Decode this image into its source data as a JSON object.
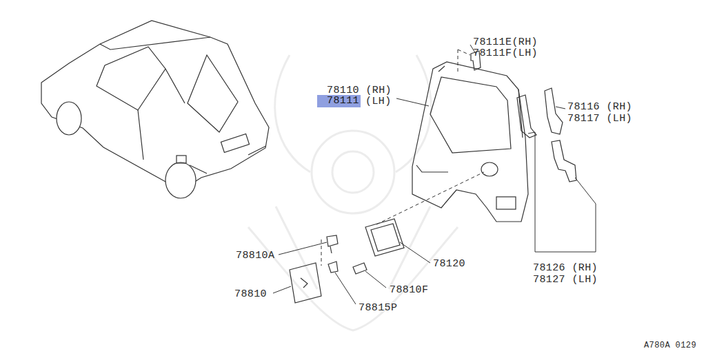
{
  "diagram": {
    "nodes": [
      {
        "text": [
          "78111"
        ]
      }
    ],
    "labels": [
      "78110 (RH)",
      "(LH)",
      "78111E(RH)",
      "78111F(LH)",
      "78116 (RH)",
      "78117 (LH)",
      "78126 (RH)",
      "78127 (LH)",
      "78810A",
      "78120",
      "78810F",
      "78810",
      "78815P",
      "A780A 0129"
    ]
  }
}
